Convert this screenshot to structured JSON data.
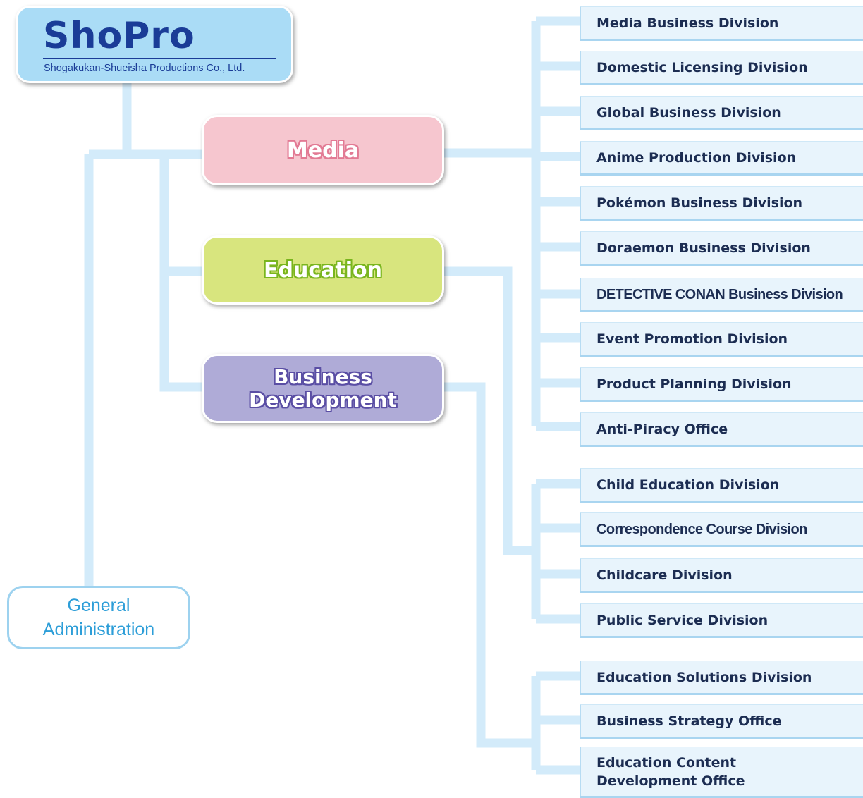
{
  "logo": {
    "wordmark": "ShoPro",
    "subtitle": "Shogakukan-Shueisha Productions Co., Ltd."
  },
  "groups": {
    "media": "Media",
    "education": "Education",
    "business_development": "Business Development"
  },
  "general_administration": "General Administration",
  "media_divisions": [
    "Media Business Division",
    "Domestic Licensing Division",
    "Global Business Division",
    "Anime Production Division",
    "Pokémon Business Division",
    "Doraemon Business Division",
    "DETECTIVE CONAN Business Division",
    "Event Promotion Division",
    "Product Planning Division",
    "Anti-Piracy Office"
  ],
  "education_divisions": [
    "Child Education Division",
    "Correspondence Course Division",
    "Childcare Division",
    "Public Service Division"
  ],
  "business_development_divisions": [
    "Education Solutions Division",
    "Business Strategy Office",
    "Education Content\nDevelopment Office"
  ],
  "colors": {
    "connector": "#d3ebfa",
    "logo_bg": "#aadcf6",
    "logo_text": "#1a3c97",
    "media": "#f6c6cf",
    "education": "#d8e57e",
    "business_development": "#afabd7",
    "division_bg": "#e8f4fc",
    "admin_text": "#2d9ed8"
  }
}
